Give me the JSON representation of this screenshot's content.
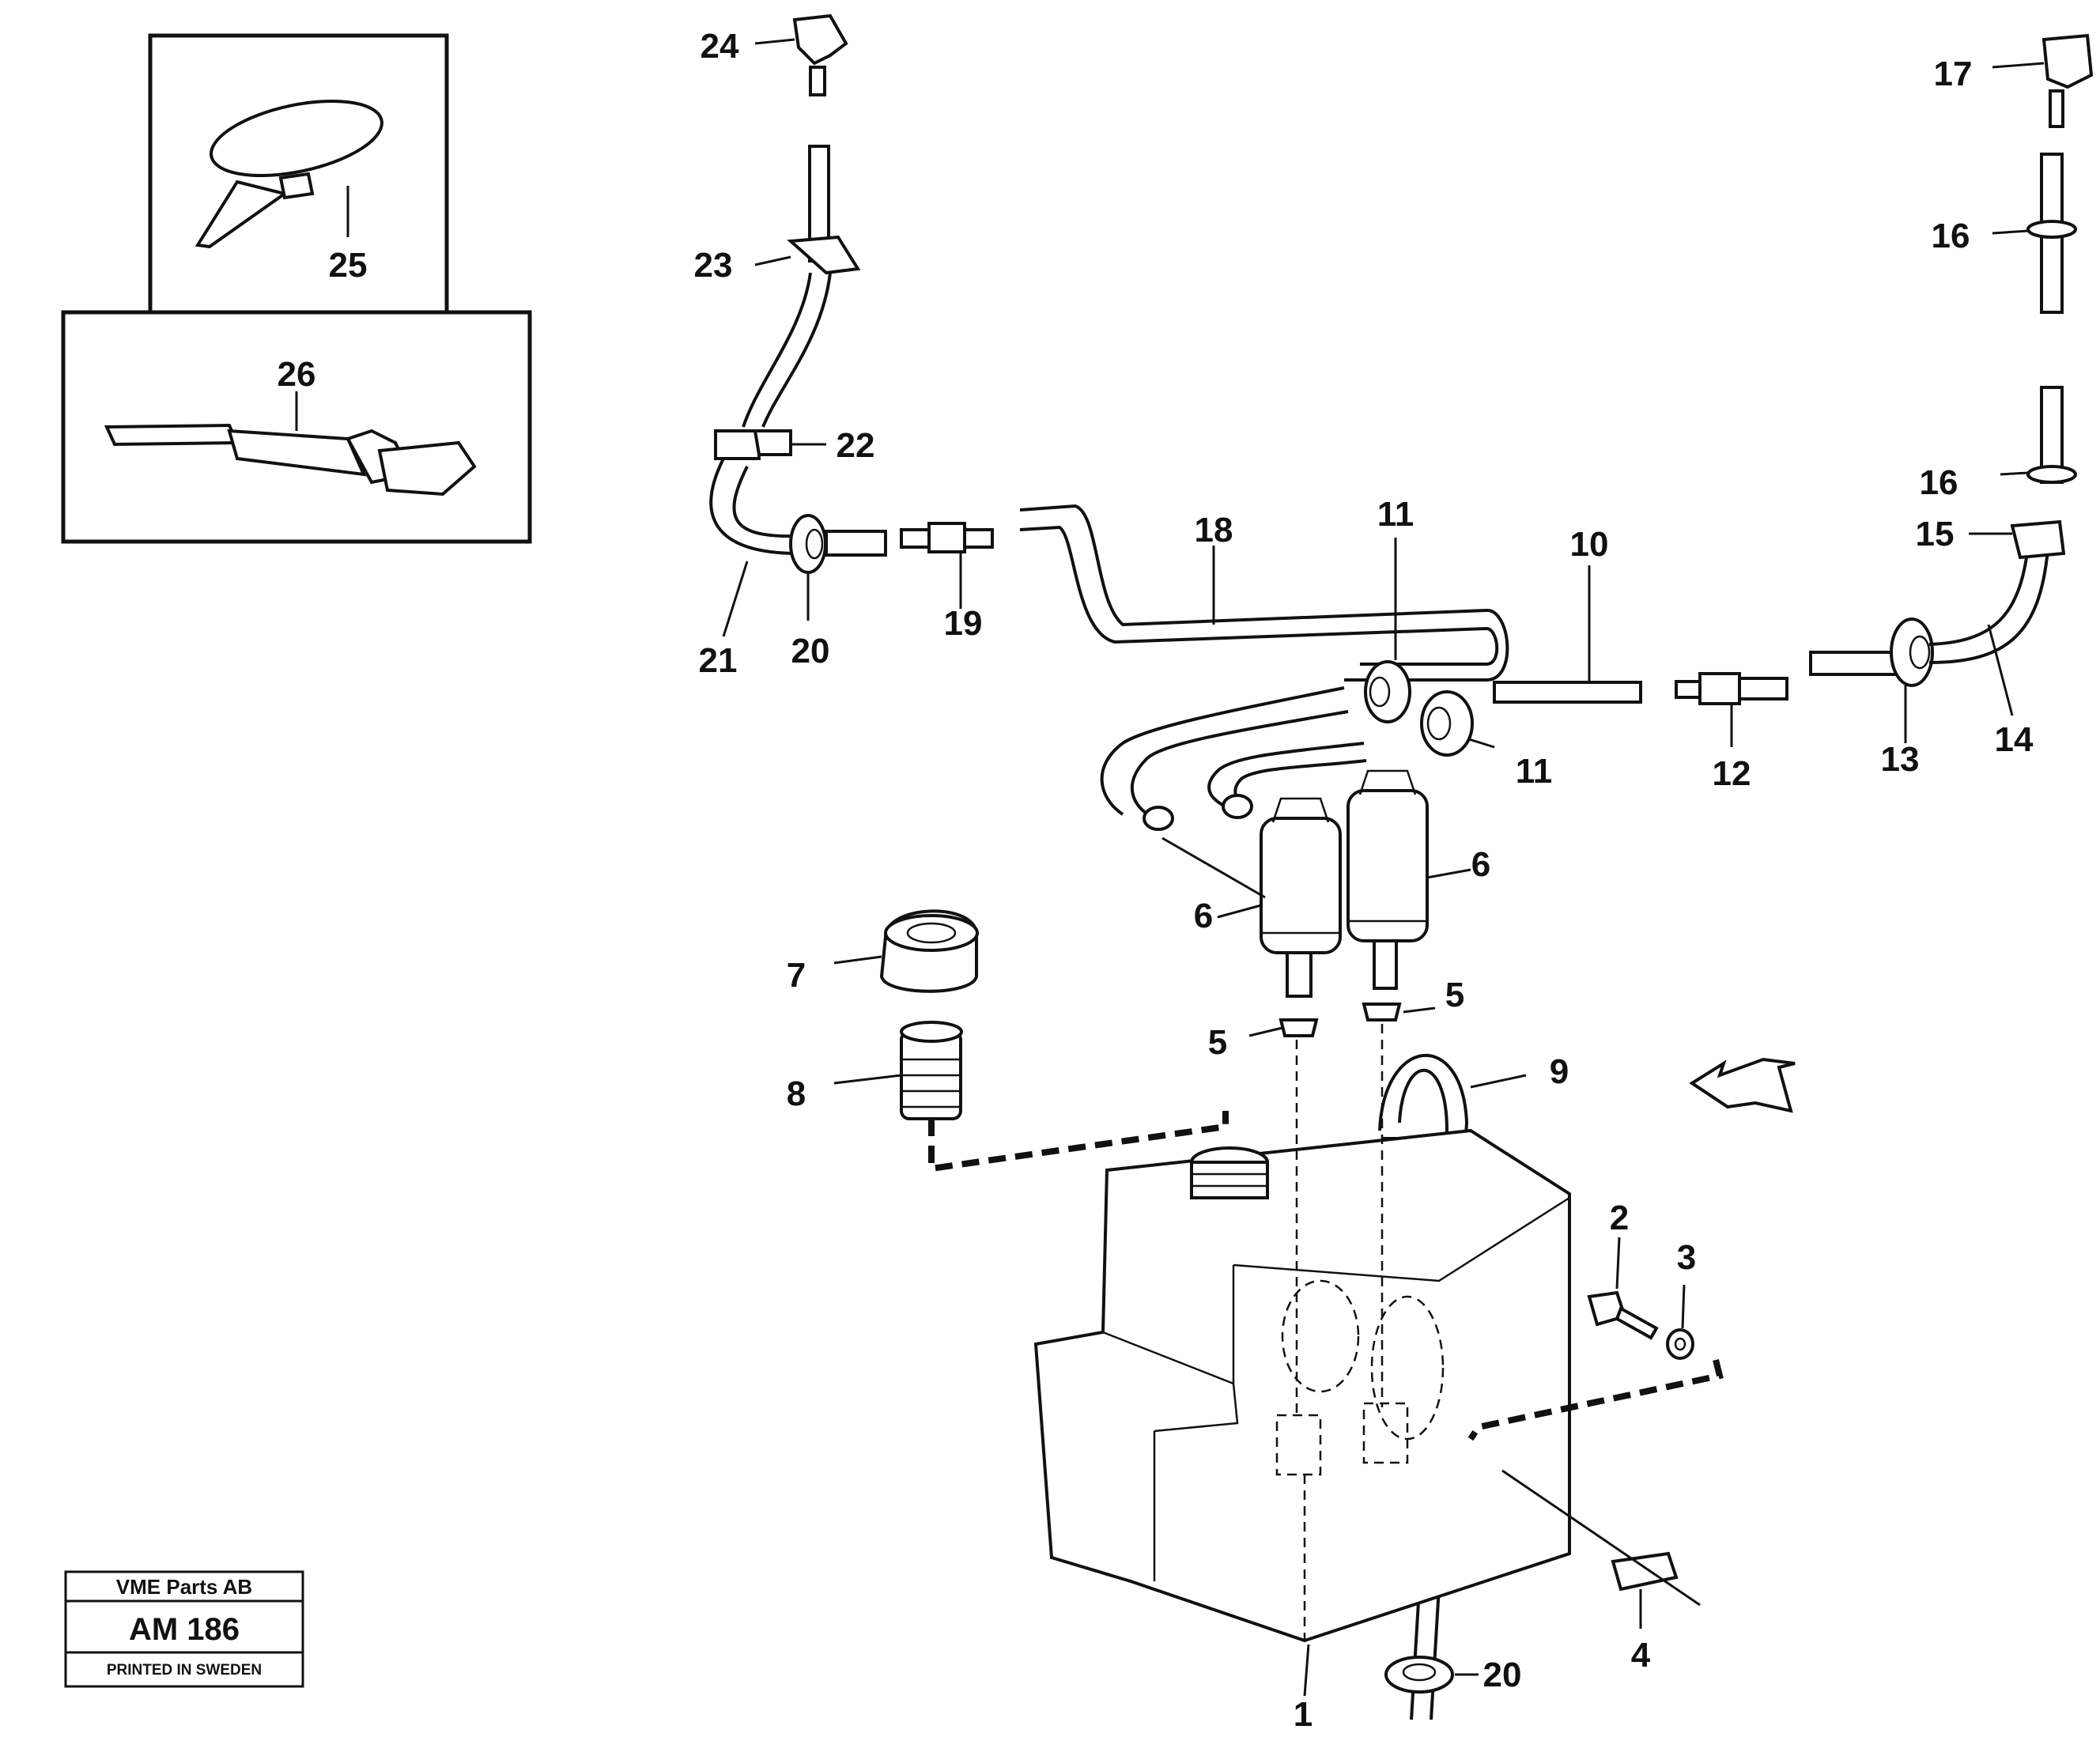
{
  "callouts": {
    "c1": "1",
    "c2": "2",
    "c3": "3",
    "c4": "4",
    "c5a": "5",
    "c5b": "5",
    "c6a": "6",
    "c6b": "6",
    "c7": "7",
    "c8": "8",
    "c9": "9",
    "c10": "10",
    "c11a": "11",
    "c11b": "11",
    "c12": "12",
    "c13": "13",
    "c14": "14",
    "c15": "15",
    "c16a": "16",
    "c16b": "16",
    "c17": "17",
    "c18": "18",
    "c19": "19",
    "c20a": "20",
    "c20b": "20",
    "c21": "21",
    "c22": "22",
    "c23": "23",
    "c24": "24",
    "c25": "25",
    "c26": "26"
  },
  "plate": {
    "company": "VME Parts AB",
    "code": "AM 186",
    "footer": "PRINTED IN SWEDEN"
  }
}
